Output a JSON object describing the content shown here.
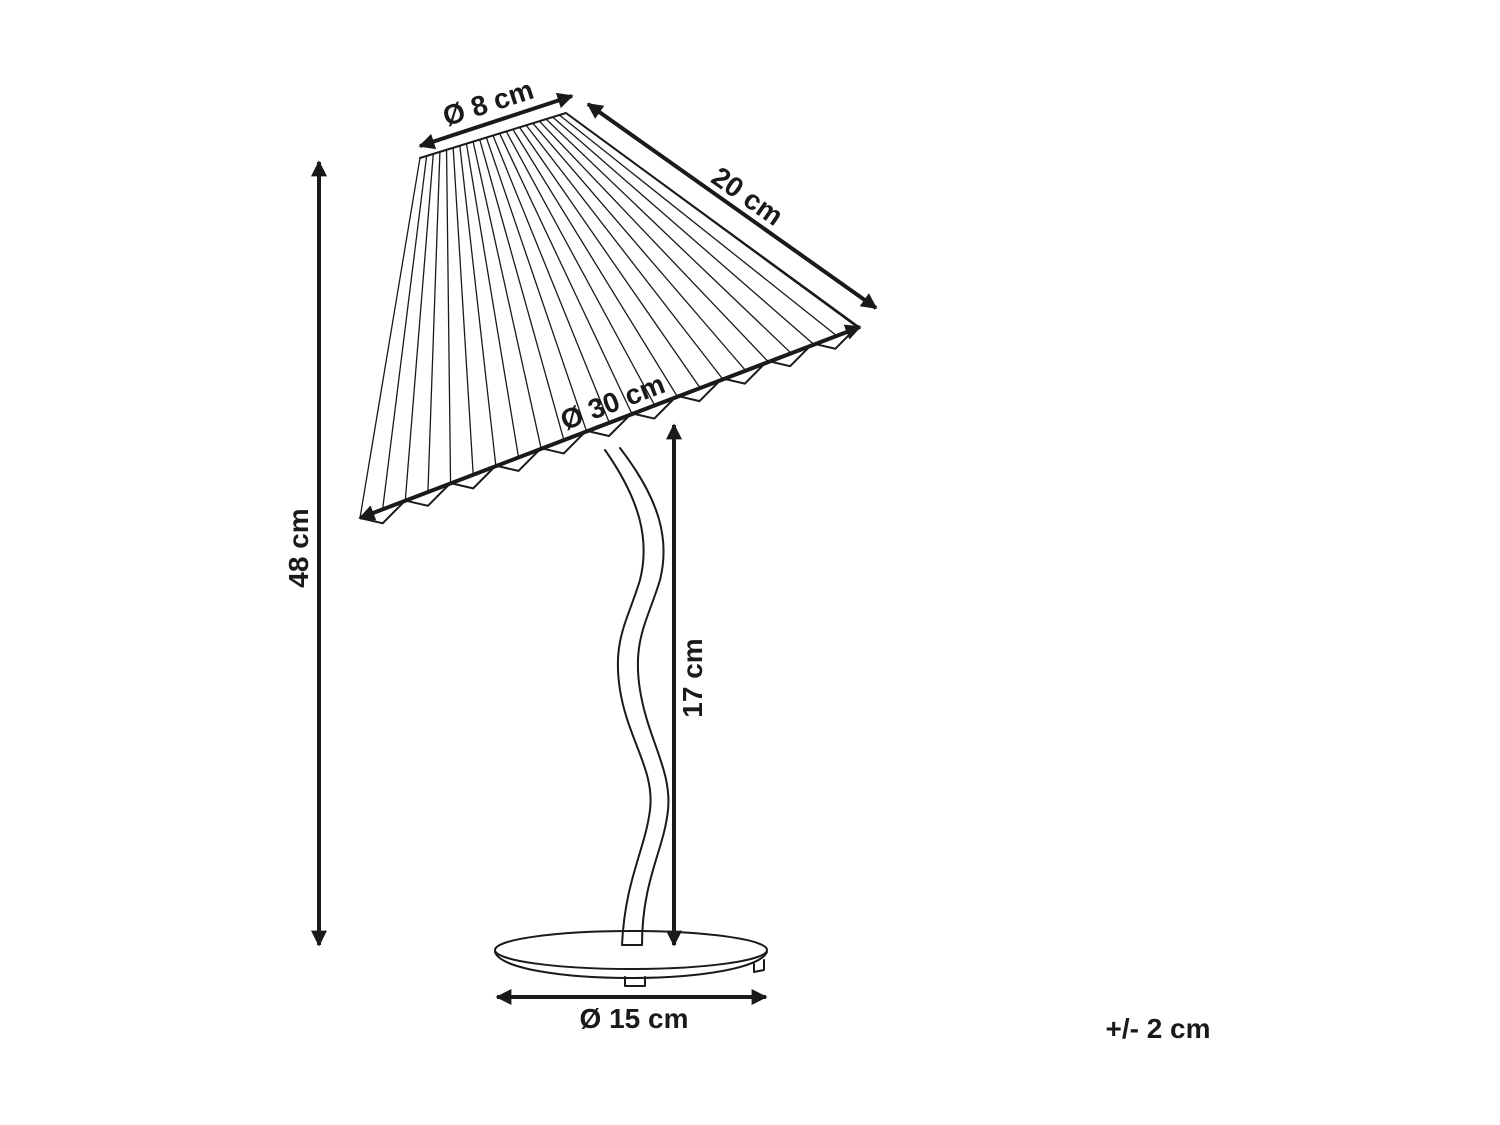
{
  "dimensions": {
    "top_diameter": "Ø 8 cm",
    "shade_slant": "20 cm",
    "bottom_diameter": "Ø 30 cm",
    "total_height": "48 cm",
    "stem_height": "17 cm",
    "base_diameter": "Ø 15 cm"
  },
  "tolerance": "+/- 2 cm",
  "colors": {
    "line": "#1a1a1a",
    "background": "#ffffff"
  }
}
